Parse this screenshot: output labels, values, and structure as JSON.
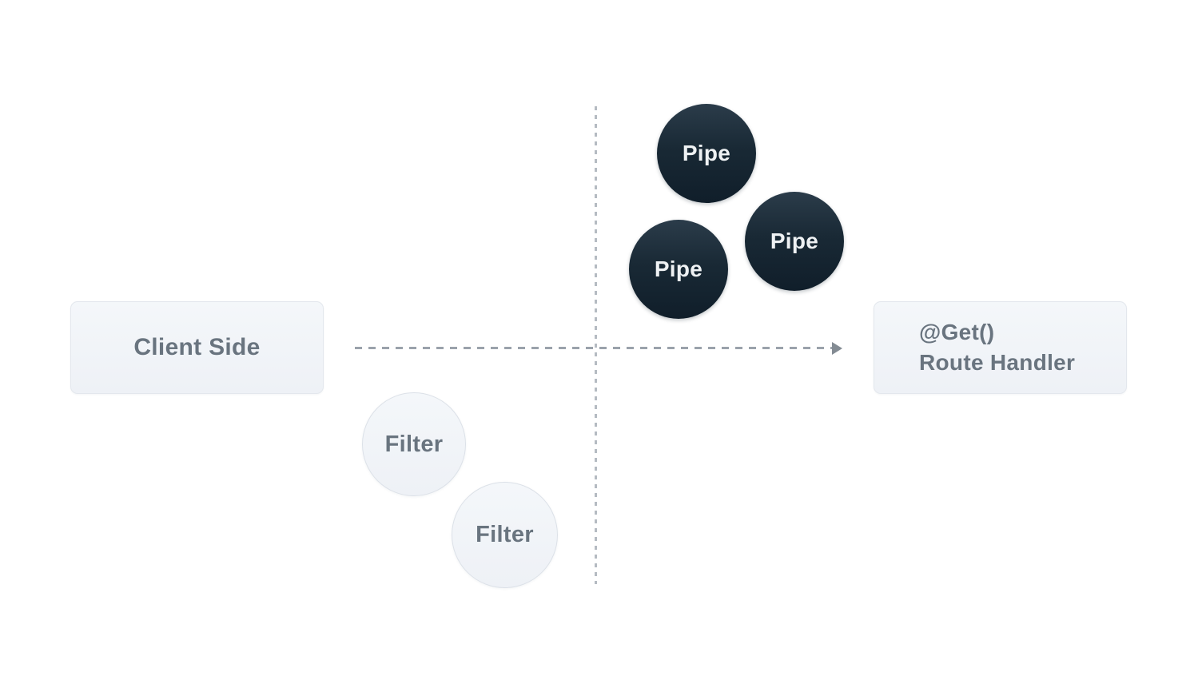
{
  "diagram": {
    "nodes": {
      "client_side": {
        "label": "Client Side"
      },
      "route_handler": {
        "decorator": "@Get()",
        "label": "Route Handler"
      },
      "pipes": [
        {
          "label": "Pipe"
        },
        {
          "label": "Pipe"
        },
        {
          "label": "Pipe"
        }
      ],
      "filters": [
        {
          "label": "Filter"
        },
        {
          "label": "Filter"
        }
      ]
    },
    "icons": {
      "arrowhead": "right-arrowhead-icon"
    },
    "colors": {
      "background": "#ffffff",
      "box_fill": "#f1f4f8",
      "box_border": "#e3e7ed",
      "box_text": "#69747f",
      "pipe_fill_top": "#2b3c4a",
      "pipe_fill_bottom": "#101e2a",
      "pipe_text": "#eef1f3",
      "filter_fill": "#f1f4f8",
      "filter_border": "#dce1e8",
      "filter_text": "#69747f",
      "arrow_dash": "#9aa2ab",
      "boundary_dash": "#b5bbc2",
      "arrowhead": "#838b93"
    }
  }
}
